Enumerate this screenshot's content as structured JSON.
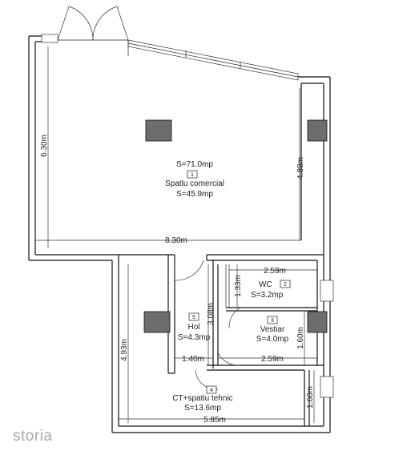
{
  "rooms": [
    {
      "area_total": "S=71.0mp",
      "number": "1",
      "name": "Spatlu comercial",
      "area": "S=45.9mp"
    },
    {
      "number": "2",
      "name": "WC",
      "area": "S=3.2mp"
    },
    {
      "number": "3",
      "name": "Vestiar",
      "area": "S=4.0mp"
    },
    {
      "number": "5",
      "name": "Hol",
      "area": "S=4.3mp"
    },
    {
      "number": "4",
      "name": "CT+spatiu tehnic",
      "area": "S=13.6mp"
    }
  ],
  "dimensions": {
    "main_height": "6.30m",
    "main_right_height": "4.88m",
    "main_width": "8.30m",
    "wc_width": "2.59m",
    "wc_height": "1.33m",
    "hol_height": "3.08m",
    "vestiar_height": "1.60m",
    "hol_width": "1.40m",
    "vestiar_width": "2.59m",
    "ct_height": "4.93m",
    "ct_right_height": "1.60m",
    "ct_width": "5.85m"
  },
  "watermark": "storia"
}
